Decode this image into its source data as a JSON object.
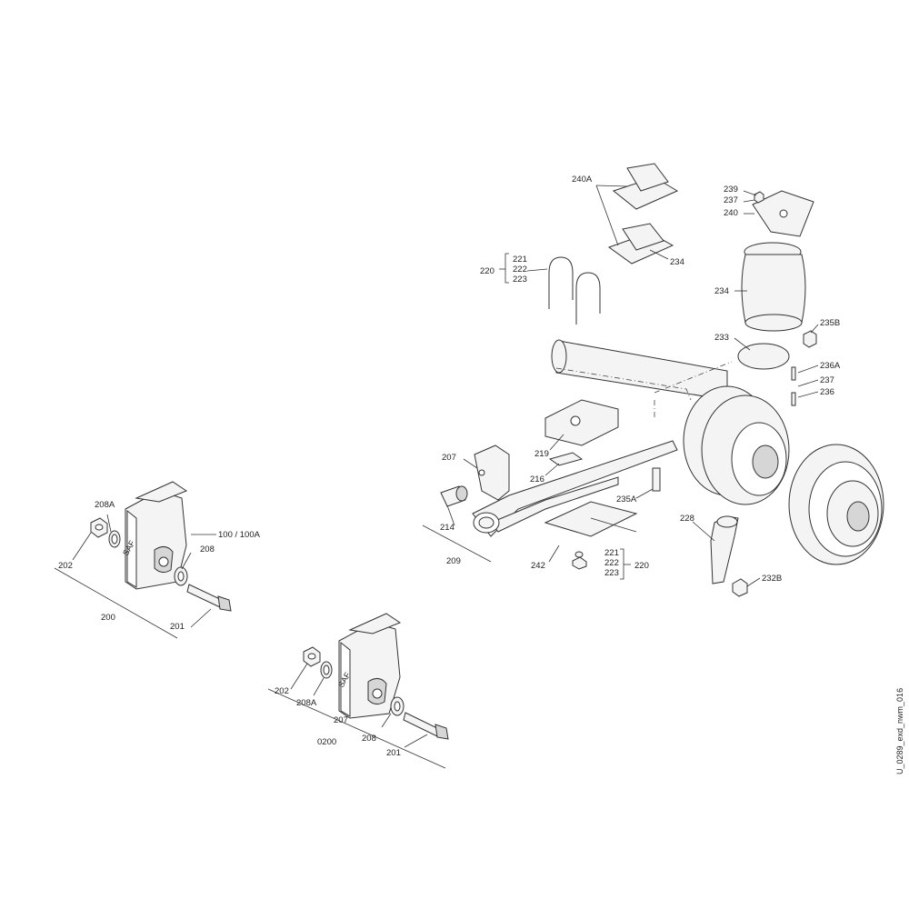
{
  "drawing_id": "U_0289_exd_nwm_016",
  "labels": {
    "l240A": "240A",
    "l239": "239",
    "l237a": "237",
    "l240": "240",
    "l221a": "221",
    "l222a": "222",
    "l223a": "223",
    "l220a": "220",
    "l234a": "234",
    "l234b": "234",
    "l235B": "235B",
    "l233": "233",
    "l236A": "236A",
    "l237b": "237",
    "l236": "236",
    "l207a": "207",
    "l219": "219",
    "l216": "216",
    "l235A": "235A",
    "l214": "214",
    "l209": "209",
    "l228": "228",
    "l242": "242",
    "l221b": "221",
    "l222b": "222",
    "l223b": "223",
    "l220b": "220",
    "l232B": "232B",
    "l208Aa": "208A",
    "l100": "100 / 100A",
    "l202a": "202",
    "l208a": "208",
    "l200": "200",
    "l201a": "201",
    "l202b": "202",
    "l208Ab": "208A",
    "l207b": "207",
    "l0200": "0200",
    "l208b": "208",
    "l201b": "201"
  }
}
